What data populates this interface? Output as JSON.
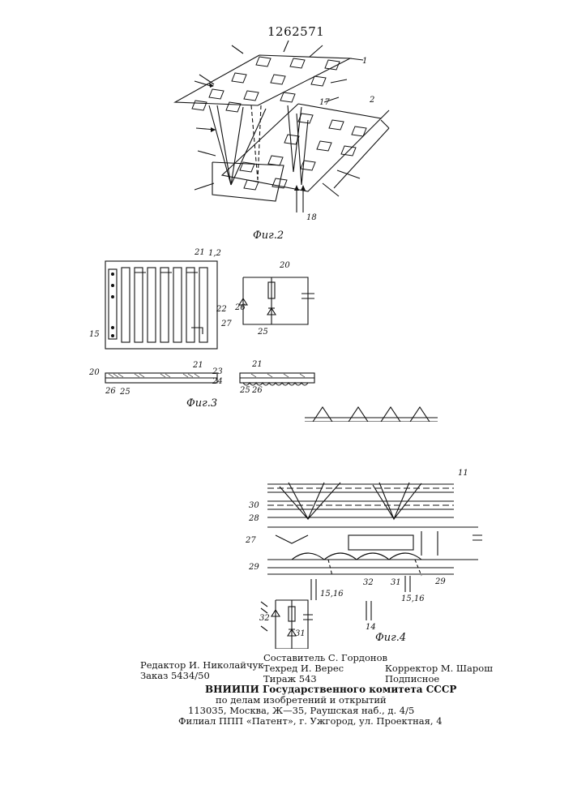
{
  "document": {
    "patent_number": "1262571",
    "figures": {
      "fig2": {
        "caption": "Фиг.2",
        "labels": [
          "1",
          "2",
          "17",
          "18"
        ]
      },
      "fig3": {
        "caption": "Фиг.3",
        "labels": [
          "21",
          "1,2",
          "20",
          "26",
          "25",
          "22",
          "27",
          "15",
          "21",
          "20",
          "23",
          "24",
          "26",
          "25",
          "21",
          "25",
          "26"
        ]
      },
      "fig4": {
        "caption": "Фиг.4",
        "labels": [
          "11",
          "30",
          "28",
          "27",
          "29",
          "32",
          "31",
          "29",
          "15,16",
          "15,16",
          "14",
          "32",
          "31"
        ]
      }
    },
    "imprint": {
      "editor": "Редактор И. Николайчук",
      "order": "Заказ 5434/50",
      "compiler": "Составитель С. Гордонов",
      "techred": "Техред И. Верес",
      "circulation": "Тираж 543",
      "corrector": "Корректор М. Шарош",
      "subscription": "Подписное",
      "org_line1": "ВНИИПИ   Государственного   комитета   СССР",
      "org_line2": "по   делам   изобретений   и   открытий",
      "org_line3": "113035,   Москва,   Ж—35,   Раушская   наб.,   д.   4/5",
      "branch": "Филиал  ППП  «Патент»,  г.  Ужгород,  ул.  Проектная,  4"
    }
  }
}
